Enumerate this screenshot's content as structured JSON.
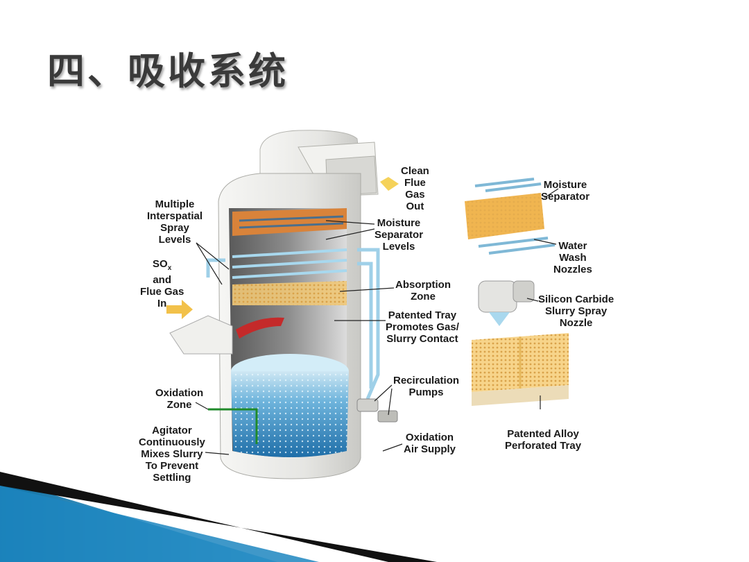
{
  "slide": {
    "title": "四、吸收系统"
  },
  "labels": {
    "spray_levels": [
      "Multiple",
      "Interspatial",
      "Spray",
      "Levels"
    ],
    "sox_in": [
      "SO",
      "x",
      "and",
      "Flue Gas",
      "In"
    ],
    "clean_gas": [
      "Clean",
      "Flue",
      "Gas",
      "Out"
    ],
    "moisture_levels": [
      "Moisture",
      "Separator",
      "Levels"
    ],
    "absorption": [
      "Absorption",
      "Zone"
    ],
    "patented_tray": [
      "Patented Tray",
      "Promotes Gas/",
      "Slurry Contact"
    ],
    "recirc": [
      "Recirculation",
      "Pumps"
    ],
    "oxidation_zone": [
      "Oxidation",
      "Zone"
    ],
    "agitator": [
      "Agitator",
      "Continuously",
      "Mixes Slurry",
      "To Prevent",
      "Settling"
    ],
    "oxidation_air": [
      "Oxidation",
      "Air Supply"
    ],
    "moisture_sep": [
      "Moisture",
      "Separator"
    ],
    "water_wash": [
      "Water",
      "Wash",
      "Nozzles"
    ],
    "sic_nozzle": [
      "Silicon Carbide",
      "Slurry Spray",
      "Nozzle"
    ],
    "alloy_tray": [
      "Patented Alloy",
      "Perforated Tray"
    ]
  },
  "colors": {
    "tower_shell": "#ececea",
    "slurry_blue": "#4a9ac8",
    "pipe_blue": "#9fd0e8",
    "tray_gold": "#f0c878",
    "separator_orange": "#d9833a",
    "accent_band": "#2a8fc0"
  }
}
